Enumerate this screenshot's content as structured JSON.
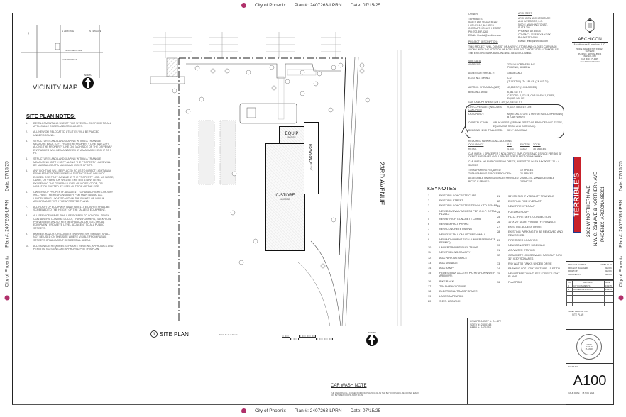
{
  "stamp": {
    "org": "City of Phoenix",
    "plan": "Plan #: 2407263-LPRN",
    "date": "Date: 07/15/25",
    "brand_color": "#b0306a"
  },
  "vicinity_map": {
    "title": "VICINITY MAP",
    "streets": [
      "I-17",
      "N 23RD AVE",
      "N 19TH AVE",
      "NORTHERN AVE"
    ],
    "project_label": "THIS PROJECT",
    "north_label": "NORTH"
  },
  "site_plan_notes": {
    "title": "SITE PLAN NOTES:",
    "items": [
      {
        "n": "1.",
        "text": "Development and use of this site will conform to all applicable codes and ordinances."
      },
      {
        "n": "2.",
        "text": "All new or relocated utilities will be placed underground."
      },
      {
        "n": "3.",
        "text": "Structures and landscaping within a triangle measure back 10 ft from the property line and 20 ft along the property line on each side of the driveway entrances will be maintained at a maximum height of 3 ft."
      },
      {
        "n": "4.",
        "text": "Structures and landscaping within a triangle measuring 33 ft x 33 ft along the property lines will be maintained at a maximum height of 3 ft."
      },
      {
        "n": "5.",
        "text": "Any lighting will be placed so as to direct light away from adjacent residential districts and will not exceed one foot candle at the property line. No noise, odor, or vibration will be emitted at any level exceeding the general level of noise, odor, or vibration emitted by uses outside of the site."
      },
      {
        "n": "6.",
        "text": "Owners of property adjacent to public rights-of-way will have the responsibility for maintaining all landscaping located within the rights-of-way, in accordance with the approved plans."
      },
      {
        "n": "7.",
        "text": "All rooftop equipment and satellite dishes shall be screened to the height of the tallest equipment."
      },
      {
        "n": "8.",
        "text": "All service areas shall be screen to conceal trash containers, loading docks, transformers, backflow preventers and other mechanical or electrical equipment from eye level adjacent to all public streets."
      },
      {
        "n": "9.",
        "text": "Barbed, razor, or concertina wire (or similar) shall not be used on this site where visible from public streets or adjacent residential areas."
      },
      {
        "n": "10.",
        "text": "All signage requires separate reviews, approvals and permits. No signs are approved per this plan."
      }
    ]
  },
  "site_plan": {
    "buildings": [
      {
        "name": "C-STORE",
        "area": "4,473 SF"
      },
      {
        "name": "EQUIP",
        "area": "560 SF"
      },
      {
        "name": "CAR WASH",
        "area": "1,428 SF"
      }
    ],
    "street_label": "23RD AVENUE",
    "title_number": "1",
    "title": "SITE PLAN",
    "scale": "SCALE: 1\" = 20'-0\"",
    "scalebar_ticks": [
      "0",
      "10'",
      "20'",
      "40'",
      "60'"
    ],
    "north_label": "NORTH"
  },
  "project_info": {
    "owner": {
      "heading": "OWNER:",
      "lines": [
        "TERRIBLE'S",
        "5335 S LAS VEGAS BLVD",
        "LAS VEGAS, NV 89119",
        "CONTACT: HOLLEN HERBST",
        "PH: 702-397-6260",
        "EMAIL: hherbst@terribles.com"
      ]
    },
    "architect": {
      "heading": "ARCHITECT:",
      "lines": [
        "ARCHICON ARCHITECTURE",
        "AND INTERIORS, L.C.",
        "5000 E. WASHINGTON ST.",
        "SUITE 200",
        "PHOENIX, AZ 85034",
        "CONTACT: JEFFREY A KOSKI",
        "PH: 602-222-4266",
        "EMAIL: jeffk@archicon.com"
      ]
    },
    "project_description": {
      "heading": "PROJECT DESCRIPTION:",
      "text": "THIS PROJECT WILL CONSIST OF A NEW C-STORE AND CLOSED CAR WASH ALONG WITH THE ADDITION OF A GAS FUELING CANOPY FOR AUTOMOBILES. THE EXISTING BANK BUILDING WILL BE DEMOLISHED."
    },
    "site_data": {
      "heading": "SITE DATA:",
      "rows": [
        {
          "label": "ADDRESS:",
          "value": "2302 W NORTHERN AVE\nPHOENIX, ARIZONA"
        },
        {
          "label": "ASSESSOR PARCEL #:",
          "value": "158-04-006Q"
        },
        {
          "label": "EXISTING ZONING:",
          "value": "C-2\n(Z-163-T-00) (ZA-185-03) (ZA-482-23)"
        },
        {
          "label": "APPROX. SITE AREA: (NET)",
          "value": "47,853 S.F. (1.098 ACRES)"
        },
        {
          "label": "BUILDING AREA:",
          "value": "6,461 SQ. FT.\nC-STORE: 4,473 SF, CAR WASH: 1,428 SF,\nEQUIP: 560 SF"
        },
        {
          "label": "GAS CANOPY AREAS: (24' X 124')",
          "value": "2,976 SQ. FT."
        },
        {
          "label": "LOT COVERAGE: (INCLUDES CANOPIES)",
          "value": "9,437/47,853=19.72%"
        },
        {
          "label": "OCCUPANCY:",
          "value": "M (RETAIL STORE & MOTOR FUEL DISPENSING)\nB (CAR WASH)"
        },
        {
          "label": "CONSTRUCTION:",
          "value": "V-B W/ A.F.S.S. (SPRINKLERS TO BE PROVIDED IN C-STORE, EQUIPMENT ROOM AND CAR WASH)"
        },
        {
          "label": "BUILDING HEIGHT ALLOWED:",
          "value": "30'-0\" (MAXIMUM)"
        }
      ]
    },
    "parking": {
      "heading": "REQUIRED PARKING CALCULATIONS:",
      "columns": [
        "OCCUPANCY",
        "S.F.",
        "FACTOR",
        "TOTAL"
      ],
      "rows": [
        {
          "occupancy": "RETAIL",
          "sf": "4,473",
          "factor": "1/300",
          "total": "15 SPACES"
        }
      ],
      "car_wash_rule": "CAR WASH: 1 SPACE PER 3 NON-OFFICE EMPLOYEES AND 1 SPACE PER 300 SF OFFICE AND SALES AND 2 SPACES PER 24 FEET OF WASH BAY",
      "car_wash_calc": "CAR WASH: NO EMPLOYEES/NO OFFICE, 90 FEET OF WASH BAY  90 FT / 24 = 4 SPACES",
      "totals": [
        {
          "label": "TOTAL PARKING REQUIRED:",
          "value": "19 SPACES"
        },
        {
          "label": "TOTAL PARKING SPACES PROVIDED:",
          "value": "24 SPACES"
        },
        {
          "label": "ACCESSIBLE PARKING SPACES PROVIDED:",
          "value": "2 SPACES - VAN ACCESSIBLE"
        },
        {
          "label": "BICYCLE SPACES:",
          "value": "2 SPACES"
        }
      ]
    }
  },
  "keynotes": {
    "title": "KEYNOTES",
    "left": [
      {
        "n": "1",
        "text": "Existing concrete curb"
      },
      {
        "n": "2",
        "text": "Existing street"
      },
      {
        "n": "3",
        "text": "Existing concrete sidewalk to remain",
        "wrap": true
      },
      {
        "n": "4",
        "text": "New driveway access per C.O.P. detail P1243-2",
        "wrap": true
      },
      {
        "n": "5",
        "text": "New 6\" high concrete curb"
      },
      {
        "n": "6",
        "text": "New asphalt paving"
      },
      {
        "n": "7",
        "text": "New concrete paving"
      },
      {
        "n": "8",
        "text": "New 3'-0\" tall CMU screen wall"
      },
      {
        "n": "9",
        "text": "New monument sign (under separate permit)",
        "wrap": true
      },
      {
        "n": "10",
        "text": "Underground fuel tanks"
      },
      {
        "n": "11",
        "text": "New fueling canopy"
      },
      {
        "n": "12",
        "text": "ADA parking space"
      },
      {
        "n": "13",
        "text": "ADA signage"
      },
      {
        "n": "14",
        "text": "ADA ramp"
      },
      {
        "n": "15",
        "text": "Pedestrian access path (shown with arrows)",
        "wrap": true
      },
      {
        "n": "16",
        "text": "Bike rack"
      },
      {
        "n": "17",
        "text": "Trash enclosure"
      },
      {
        "n": "18",
        "text": "Electrical transformer"
      },
      {
        "n": "19",
        "text": "Landscape area"
      },
      {
        "n": "20",
        "text": "S.E.S. location"
      }
    ],
    "right": [
      {
        "n": "21",
        "text": "33'x33' sight visibility triangle"
      },
      {
        "n": "22",
        "text": "Existing fire hydrant"
      },
      {
        "n": "23",
        "text": "New fire hydrant"
      },
      {
        "n": "24",
        "text": "Fueling pump"
      },
      {
        "n": "25",
        "text": "F.D.C. (fire dept. connection)"
      },
      {
        "n": "26",
        "text": "10' x 20' sight visibility triangle"
      },
      {
        "n": "27",
        "text": "Existing access drive"
      },
      {
        "n": "28",
        "text": "Existing parking to be removed and reworked",
        "wrap": true
      },
      {
        "n": "29",
        "text": "Fire riser location"
      },
      {
        "n": "30",
        "text": "New concrete sidewalk"
      },
      {
        "n": "31",
        "text": "Air/water station"
      },
      {
        "n": "32",
        "text": "Concrete crosswalk. Saw cut into 30\" x 30\" squares",
        "wrap": true
      },
      {
        "n": "33",
        "text": "R/O water tanks under drive"
      },
      {
        "n": "34",
        "text": "Parking lot light fixture. 15 ft tall"
      },
      {
        "n": "35",
        "text": "New streetlight. See streetlight plans",
        "wrap": true
      },
      {
        "n": "36",
        "text": "Flagpole"
      }
    ]
  },
  "kiva_block": {
    "lines": [
      "KIVA PROJECT #: 24-672",
      "SDEV #: 2400148",
      "PAPP #: 2401953"
    ]
  },
  "car_wash_note": {
    "title": "CAR WASH NOTE",
    "text": "THE CAR WASH IS A CLOSED BUILDING PER ZA-99-98 AS THE BAY DOORS WILL BE CLOSED EVERY DAY BETWEEN 6:00 PM AND 7:00 AM"
  },
  "title_block": {
    "firm_name": "ARCHICON",
    "firm_sub": "Architecture & Interiors, L.C.",
    "firm_lines": [
      "5000 E WASHINGTON STREET",
      "SUITE 200",
      "PHOENIX, ARIZONA 85034",
      "(602) 222-4266",
      "FAX (602) 279-4305",
      "www.ARCHICON.COM"
    ],
    "client_logo": "TERRIBLE'S",
    "client_logo_color": "#c8202a",
    "client_logo_border": "#1f3b8e",
    "address_lines": [
      "2302 W NORTHERN AVE",
      "N.W.C. 23rd AVE & NORTHERN AVE",
      "PHOENIX, ARIZONA 85201"
    ],
    "project_meta": [
      {
        "label": "PROJECT NUMBER",
        "value": "24287-10-01"
      },
      {
        "label": "PROJECT MANAGER",
        "value": "JEFF K"
      },
      {
        "label": "DRAWN BY",
        "value": "JEFF K"
      },
      {
        "label": "CHECKED BY",
        "value": "JEFF K"
      }
    ],
    "revision_header": {
      "no": "NO.",
      "revision": "REVISION",
      "date": "DATE"
    },
    "revisions": [
      {
        "no": "1",
        "revision": "CITY COMMENTS",
        "date": "2/19/25"
      },
      {
        "no": "2",
        "revision": "OWNER REVISIONS",
        "date": "2/19/25"
      }
    ],
    "sheet_description_label": "SHEET DESCRIPTION",
    "sheet_description": "SITE PLAN",
    "seal_lines": [
      "33847",
      "JENE W.",
      "PLANCK"
    ],
    "sheet_no_label": "SHEET NO.",
    "sheet_no": "A100",
    "issue_date_label": "ISSUE DATE:",
    "issue_date": "15 NOV 2024"
  }
}
